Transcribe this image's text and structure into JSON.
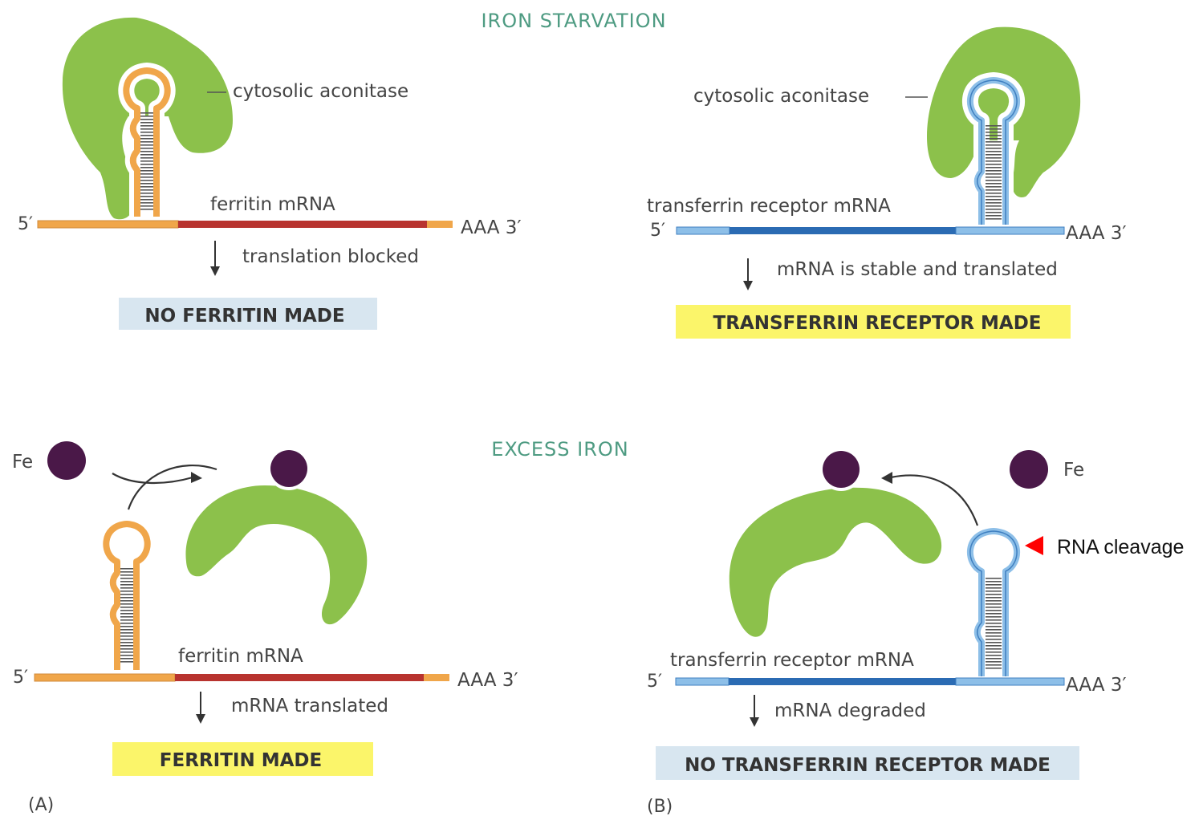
{
  "headings": {
    "iron_starvation": "IRON STARVATION",
    "excess_iron": "EXCESS IRON"
  },
  "panel_labels": {
    "a": "(A)",
    "b": "(B)"
  },
  "top_left": {
    "protein_label": "cytosolic aconitase",
    "mrna_label": "ferritin mRNA",
    "five_prime": "5′",
    "three_prime": "AAA 3′",
    "step_label": "translation blocked",
    "outcome": "NO FERRITIN MADE"
  },
  "top_right": {
    "protein_label": "cytosolic aconitase",
    "mrna_label": "transferrin receptor mRNA",
    "five_prime": "5′",
    "three_prime": "AAA 3′",
    "step_label": "mRNA is stable and translated",
    "outcome": "TRANSFERRIN RECEPTOR MADE"
  },
  "bottom_left": {
    "fe_label": "Fe",
    "mrna_label": "ferritin mRNA",
    "five_prime": "5′",
    "three_prime": "AAA 3′",
    "step_label": "mRNA translated",
    "outcome": "FERRITIN MADE"
  },
  "bottom_right": {
    "fe_label": "Fe",
    "mrna_label": "transferrin receptor mRNA",
    "five_prime": "5′",
    "three_prime": "AAA 3′",
    "step_label": "mRNA degraded",
    "outcome": "NO TRANSFERRIN RECEPTOR MADE",
    "annotation": "RNA cleavage"
  },
  "colors": {
    "aconitase": "#8cc14b",
    "ferritin_hairpin": "#f0a64a",
    "ferritin_coding": "#b8332f",
    "transferrin_hairpin": "#8dbfe8",
    "transferrin_coding": "#2b6bb3",
    "iron": "#4a1848",
    "heading": "#4e9b82",
    "highlight_yellow": "#fbf56a",
    "highlight_blue": "#d8e6f0",
    "cleavage_arrow": "#ff0000"
  }
}
